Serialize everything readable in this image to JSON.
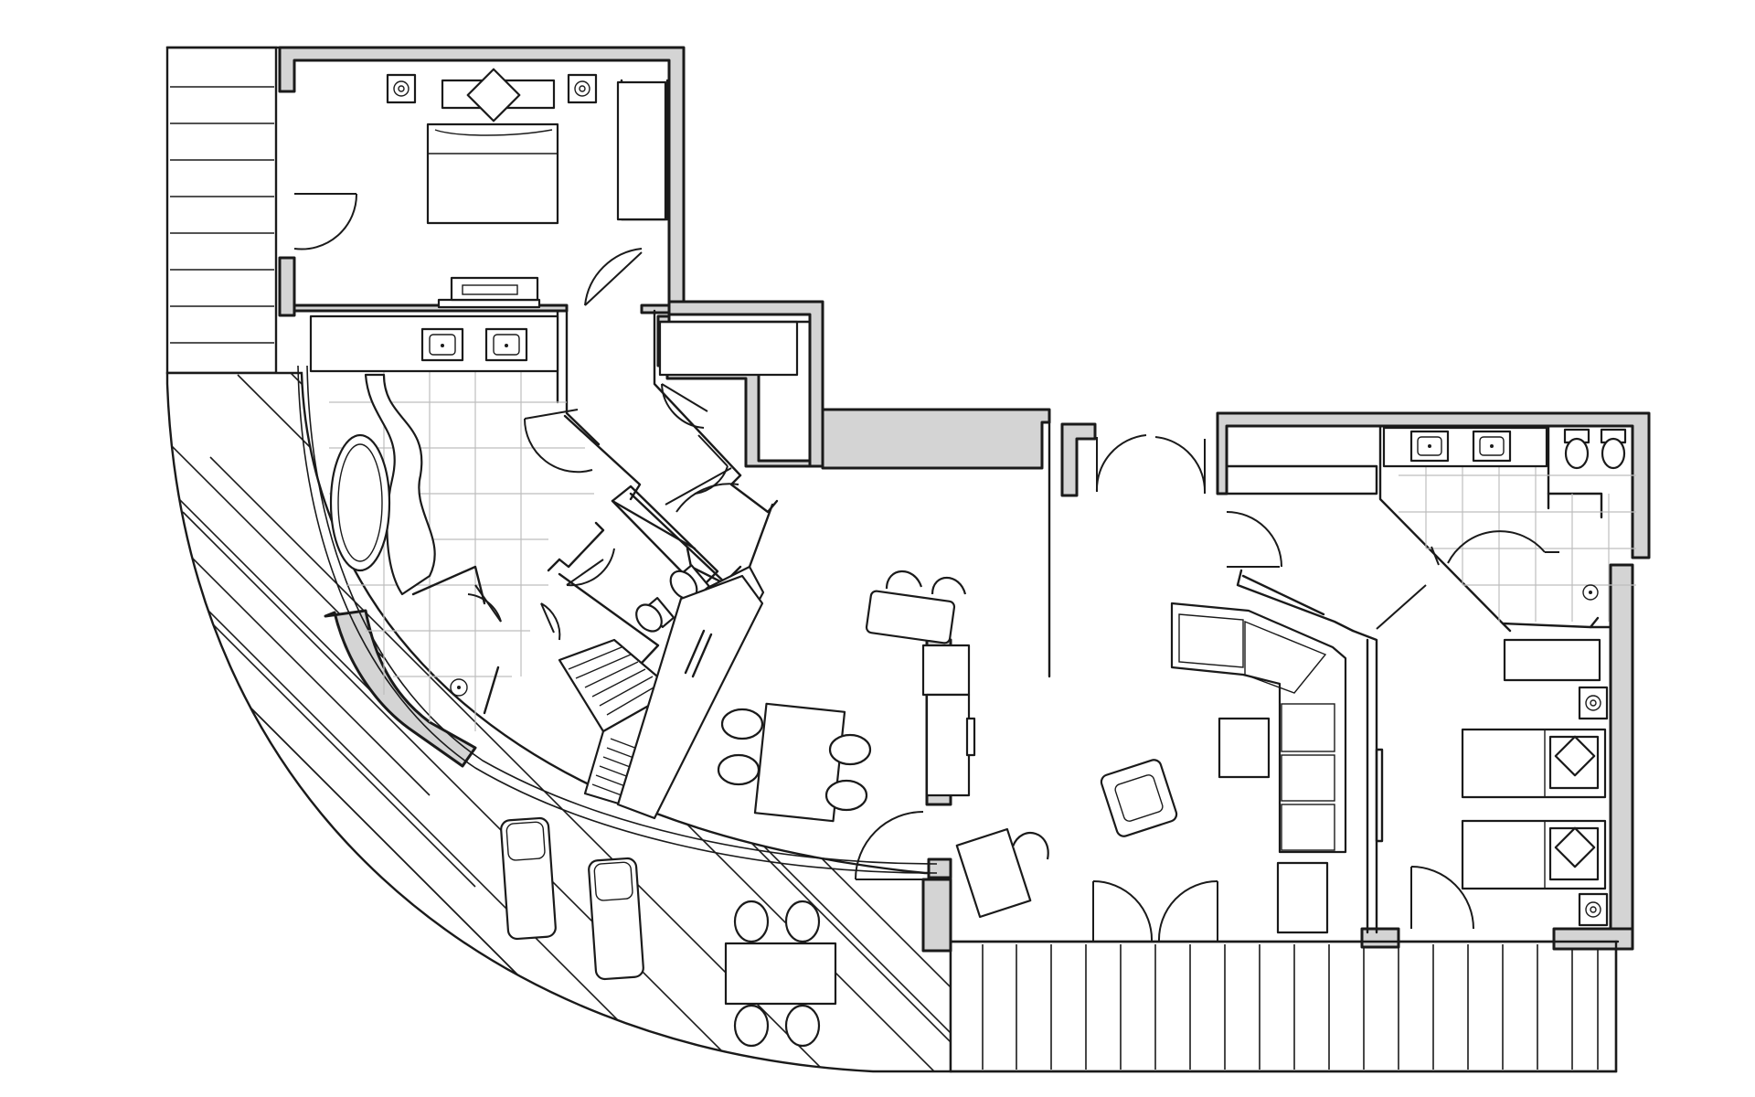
{
  "drawing": {
    "kind": "apartment-floor-plan",
    "style": "monochrome-line-art",
    "colors": {
      "line": "#1a1a1a",
      "wall_fill": "#d4d4d4",
      "background": "#ffffff",
      "tile_grid": "#bdbdbd"
    },
    "rooms": [
      "master-bedroom",
      "master-bathroom",
      "corridor",
      "storage-closet",
      "guest-toilet",
      "shower",
      "staircase",
      "kitchen",
      "dining-area",
      "living-room",
      "hall",
      "second-bathroom",
      "twin-bedroom",
      "left-terrace-planked",
      "curved-terrace-hatched",
      "front-terrace-planked"
    ],
    "furniture": {
      "beds": 3,
      "bathtubs": 1,
      "washbasins": 4,
      "toilets": 3,
      "showers": 2,
      "sofas": 1,
      "armchairs": 3,
      "dining_chairs": 12,
      "tables": 4,
      "sun_loungers": 2,
      "doors": 16
    }
  }
}
